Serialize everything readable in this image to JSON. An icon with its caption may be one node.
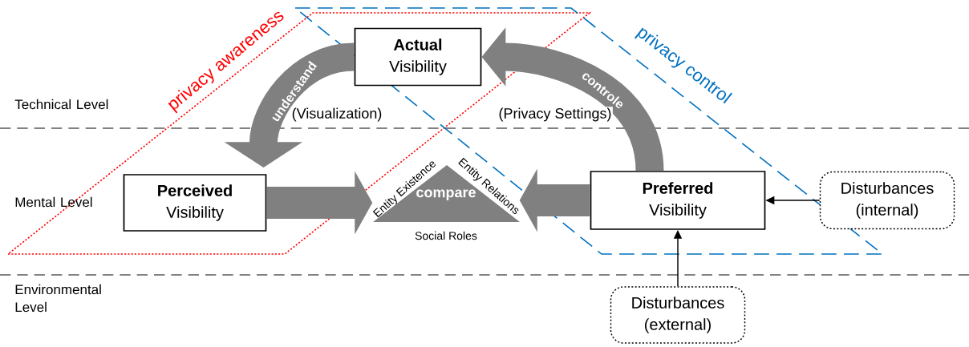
{
  "diagram": {
    "nodes": [
      {
        "text": [
          "Actual",
          "Visibility"
        ]
      },
      {
        "text": [
          "Perceived",
          "Visibility"
        ]
      },
      {
        "text": [
          "compare"
        ],
        "beside": [
          "Entity Existence",
          "Entity Relations",
          "Social Roles"
        ]
      },
      {
        "text": [
          "Preferred",
          "Visibility"
        ]
      },
      {
        "text": [
          "Disturbances (internal)"
        ]
      },
      {
        "text": [
          "Disturbances (external)"
        ]
      }
    ],
    "edges": [
      {
        "from": 0,
        "to": 1,
        "arrow": "to",
        "label": "understand",
        "style": "thick"
      },
      {
        "from": 3,
        "to": 0,
        "arrow": "to",
        "label": "controle",
        "style": "thick"
      },
      {
        "from": 1,
        "to": 2,
        "arrow": "to",
        "style": "thick"
      },
      {
        "from": 3,
        "to": 2,
        "arrow": "to",
        "style": "thick"
      },
      {
        "from": 4,
        "to": 3,
        "arrow": "to",
        "color": "#000000"
      },
      {
        "from": 5,
        "to": 3,
        "arrow": "to",
        "color": "#000000"
      }
    ],
    "labels": [
      "privacy awareness",
      "privacy control",
      "Technical Level",
      "(Visualization)",
      "(Privacy Settings)",
      "Mental Level",
      "Environmental Level"
    ]
  }
}
